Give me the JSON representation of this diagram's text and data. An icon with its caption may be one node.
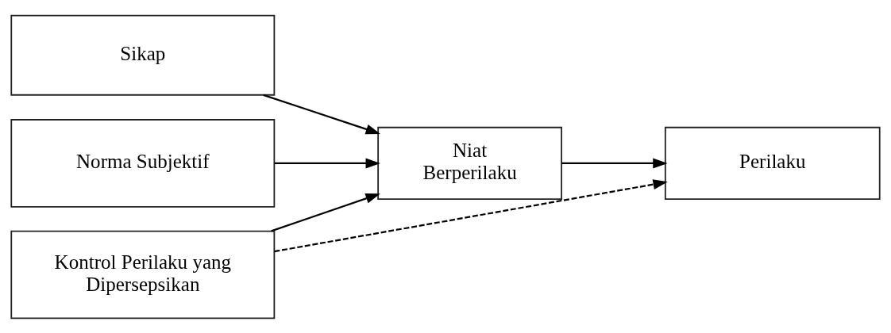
{
  "diagram": {
    "nodes": [
      {
        "text": [
          "Sikap"
        ]
      },
      {
        "text": [
          "Norma Subjektif"
        ]
      },
      {
        "text": [
          "Kontrol Perilaku yang Dipersepsikan"
        ]
      },
      {
        "text": [
          "Niat Berperilaku"
        ]
      },
      {
        "text": [
          "Perilaku"
        ]
      }
    ],
    "edges": [
      {
        "from": 0,
        "to": 3,
        "arrow": "to"
      },
      {
        "from": 1,
        "to": 3,
        "arrow": "to"
      },
      {
        "from": 2,
        "to": 3,
        "arrow": "to"
      },
      {
        "from": 3,
        "to": 4,
        "arrow": "to"
      },
      {
        "from": 2,
        "to": 4,
        "arrow": "to",
        "style": "dashed"
      }
    ]
  }
}
